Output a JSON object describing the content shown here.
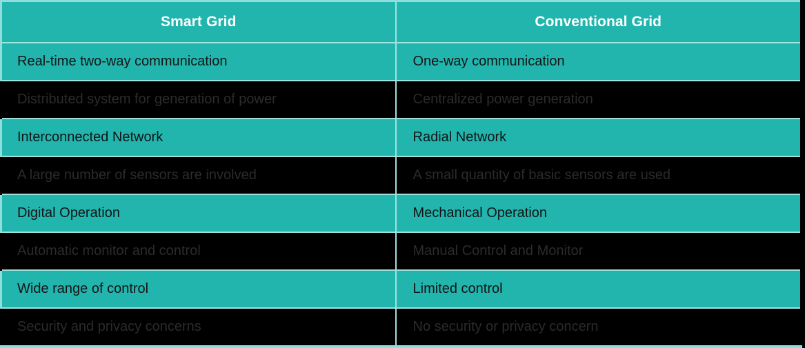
{
  "table": {
    "headers": [
      {
        "label": "Smart Grid"
      },
      {
        "label": "Conventional Grid"
      }
    ],
    "rows": [
      {
        "smart_grid": "Real-time two-way communication",
        "conventional_grid": "One-way communication"
      },
      {
        "smart_grid": "Distributed system for generation of power",
        "conventional_grid": "Centralized power generation"
      },
      {
        "smart_grid": "Interconnected Network",
        "conventional_grid": "Radial Network"
      },
      {
        "smart_grid": "A large number of sensors are involved",
        "conventional_grid": "A small quantity of basic sensors are used"
      },
      {
        "smart_grid": "Digital Operation",
        "conventional_grid": "Mechanical Operation"
      },
      {
        "smart_grid": "Automatic monitor and control",
        "conventional_grid": "Manual Control and Monitor"
      },
      {
        "smart_grid": "Wide range of control",
        "conventional_grid": "Limited control"
      },
      {
        "smart_grid": "Security and privacy concerns",
        "conventional_grid": "No security or privacy concern"
      }
    ]
  },
  "colors": {
    "accent_teal": "#21b5ae",
    "border_light": "#8fdedb",
    "grid_line": "#9fe3e0",
    "dark_row_bg": "#000000",
    "dark_row_text": "#2b2b2b",
    "teal_row_text": "#141414",
    "header_text": "#ffffff"
  }
}
